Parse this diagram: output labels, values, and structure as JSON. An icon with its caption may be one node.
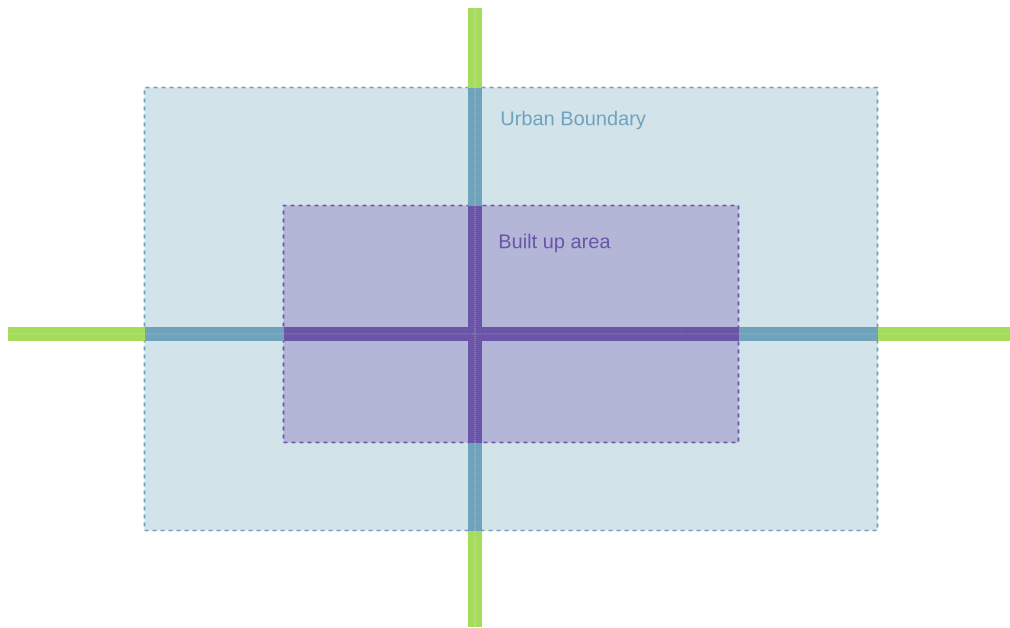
{
  "diagram": {
    "nodes": [
      {
        "text": [
          "Urban Boundary"
        ]
      },
      {
        "text": [
          "Built up area"
        ],
        "in": 0
      }
    ]
  }
}
